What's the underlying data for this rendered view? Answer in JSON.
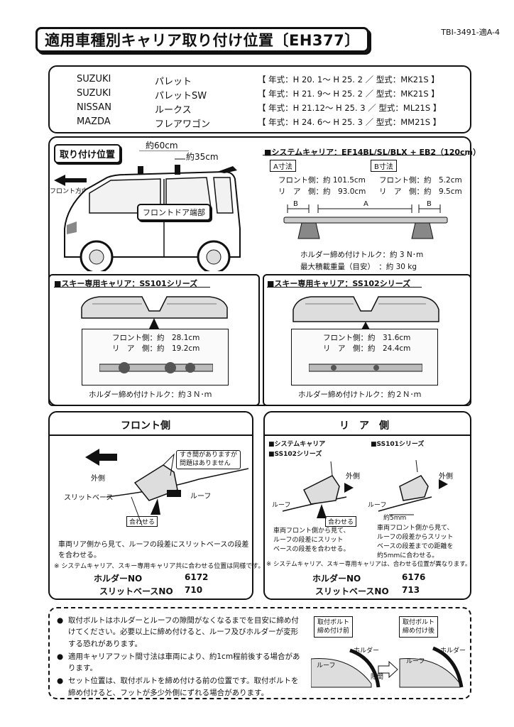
{
  "header": {
    "title": "適用車種別キャリア取り付け位置〔EH377〕",
    "doc_code": "TBI-3491-適A-4"
  },
  "vehicles": [
    {
      "maker": "SUZUKI",
      "model": "パレット",
      "info": "【 年式：H 20. 1～ H 25. 2 ／ 型式：MK21S 】"
    },
    {
      "maker": "SUZUKI",
      "model": "パレットSW",
      "info": "【 年式：H 21. 9～ H 25. 2 ／ 型式：MK21S 】"
    },
    {
      "maker": "NISSAN",
      "model": "ルークス",
      "info": "【 年式：H 21.12～ H 25. 3 ／ 型式：ML21S 】"
    },
    {
      "maker": "MAZDA",
      "model": "フレアワゴン",
      "info": "【 年式：H 24. 6～ H 25. 3 ／ 型式：MM21S 】"
    }
  ],
  "position": {
    "label": "取り付け位置",
    "dim1": "約60cm",
    "dim2": "約35cm",
    "front_dir": "フロント方向",
    "door_label": "フロントドア端部"
  },
  "system_carrier": {
    "heading": "■システムキャリア：EF14BL/SL/BLX + EB2（120cm）",
    "a_label": "A寸法",
    "b_label": "B寸法",
    "a_front": "フロント側：約 101.5cm",
    "a_rear": "リ　ア　側：約　93.0cm",
    "b_front": "フロント側：約　5.2cm",
    "b_rear": "リ　ア　側：約　9.5cm",
    "dim_a": "A",
    "dim_b": "B",
    "torque": "ホルダー締め付けトルク：約 3 N･m",
    "max_load": "最大積載重量（目安）　：約 30 kg"
  },
  "ski101": {
    "heading": "■スキー専用キャリア：SS101シリーズ",
    "front": "フロント側：約　28.1cm",
    "rear": "リ　ア　側：約　19.2cm",
    "torque": "ホルダー締め付けトルク：約３Ｎ･ｍ"
  },
  "ski102": {
    "heading": "■スキー専用キャリア：SS102シリーズ",
    "front": "フロント側：約　31.6cm",
    "rear": "リ　ア　側：約　24.4cm",
    "torque": "ホルダー締め付けトルク：約２Ｎ･ｍ"
  },
  "front_side": {
    "title": "フロント側",
    "outer": "外側",
    "slit_base": "スリットベース",
    "roof": "ルーフ",
    "callout": "すき間がありますが\n問題はありません",
    "align": "合わせる",
    "desc": "車両リア側から見て、ルーフの段差にスリットベースの段差\nを合わせる。",
    "note": "※ システムキャリア、スキー専用キャリア共に合わせる位置は同様です。",
    "holder_label": "ホルダーNO",
    "holder_no": "6172",
    "slit_label": "スリットベースNO",
    "slit_no": "710"
  },
  "rear_side": {
    "title": "リ　ア　側",
    "group1_a": "■システムキャリア",
    "group1_b": "■SS102シリーズ",
    "group2": "■SS101シリーズ",
    "outer1": "外側",
    "outer2": "外側",
    "roof1": "ルーフ",
    "roof2": "ルーフ",
    "align": "合わせる",
    "dist": "約5mm",
    "desc1": "車両フロント側から見て、\nルーフの段差にスリット\nベースの段差を合わせる。",
    "desc2": "車両フロント側から見て、\nルーフの段差からスリット\nベースの段差までの距離を\n約5mmに合わせる。",
    "note": "※ システムキャリア、スキー専用キャリアは、合わせる位置が異なります。",
    "holder_label": "ホルダーNO",
    "holder_no": "6176",
    "slit_label": "スリットベースNO",
    "slit_no": "713"
  },
  "notes": {
    "items": [
      "取付ボルトはホルダーとルーフの隙間がなくなるまでを目安に締め付けてください。必要以上に締め付けると、ルーフ及びホルダーが変形する恐れがあります。",
      "適用キャリアフット間寸法は車両により、約1cm程前後する場合があります。",
      "セット位置は、取付ボルトを締め付ける前の位置です。取付ボルトを締め付けると、フットが多少外側にずれる場合があります。"
    ],
    "before_label": "取付ボルト\n締め付け前",
    "after_label": "取付ボルト\n締め付け後",
    "holder1": "ホルダー",
    "holder2": "ホルダー",
    "roof1": "ルーフ",
    "roof2": "ルーフ",
    "gap": "隙間"
  }
}
